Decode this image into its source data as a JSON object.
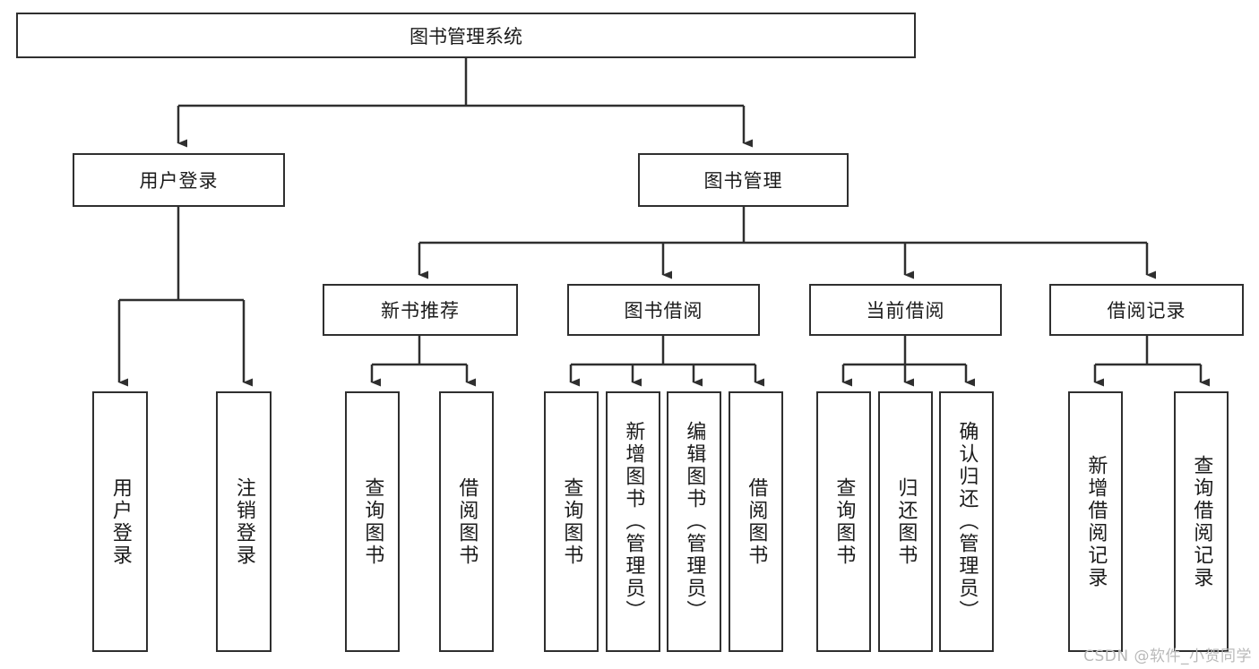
{
  "diagram": {
    "title": "图书管理系统",
    "type": "tree",
    "root": {
      "label": "图书管理系统"
    },
    "level2": [
      {
        "label": "用户登录"
      },
      {
        "label": "图书管理"
      }
    ],
    "level3": [
      {
        "label": "新书推荐"
      },
      {
        "label": "图书借阅"
      },
      {
        "label": "当前借阅"
      },
      {
        "label": "借阅记录"
      }
    ],
    "leaves": {
      "user_login": [
        {
          "label": "用户登录"
        },
        {
          "label": "注销登录"
        }
      ],
      "new_book": [
        {
          "label": "查询图书"
        },
        {
          "label": "借阅图书"
        }
      ],
      "borrow_book": [
        {
          "label": "查询图书"
        },
        {
          "label": "新增图书（管理员）"
        },
        {
          "label": "编辑图书（管理员）"
        },
        {
          "label": "借阅图书"
        }
      ],
      "current_borrow": [
        {
          "label": "查询图书"
        },
        {
          "label": "归还图书"
        },
        {
          "label": "确认归还（管理员）"
        }
      ],
      "borrow_record": [
        {
          "label": "新增借阅记录"
        },
        {
          "label": "查询借阅记录"
        }
      ]
    }
  },
  "watermark": {
    "text": "CSDN @软件_小贺同学"
  },
  "colors": {
    "stroke": "#2f2f2f",
    "background": "#ffffff",
    "text": "#1b1b1b",
    "watermark": "#b9b9b9"
  }
}
